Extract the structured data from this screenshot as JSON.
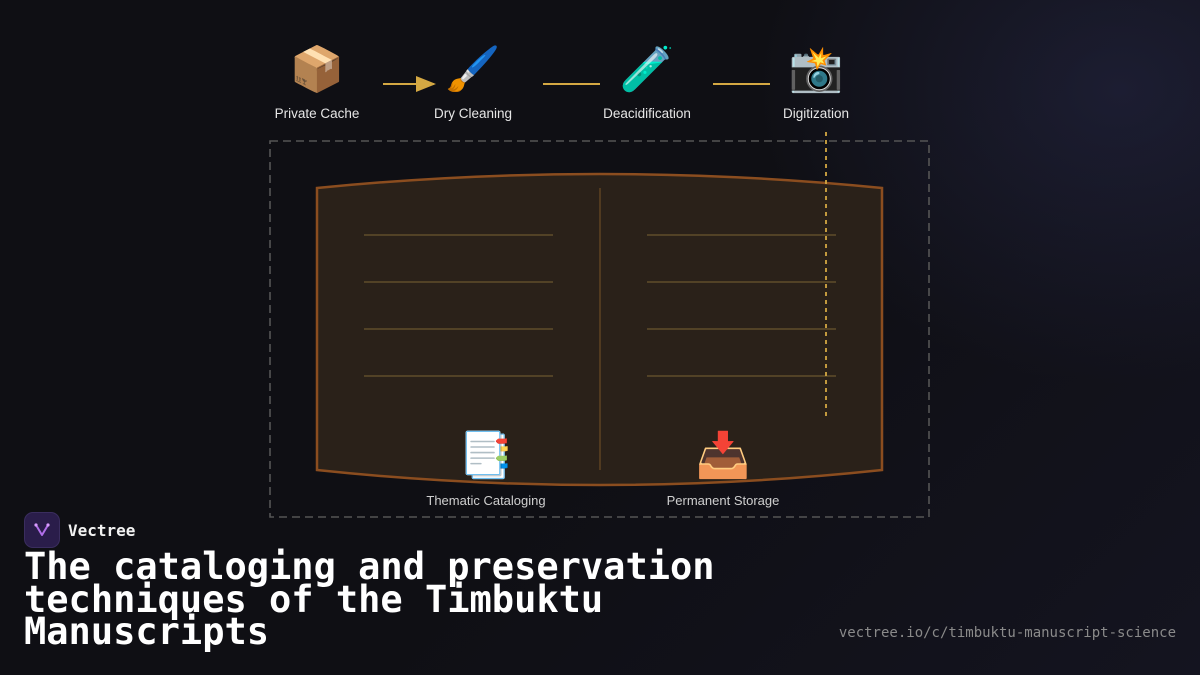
{
  "process": {
    "steps": [
      {
        "label": "Private Cache",
        "icon": "package-icon",
        "glyph": "📦"
      },
      {
        "label": "Dry Cleaning",
        "icon": "paintbrush-icon",
        "glyph": "🖌️"
      },
      {
        "label": "Deacidification",
        "icon": "test-tube-icon",
        "glyph": "🧪"
      },
      {
        "label": "Digitization",
        "icon": "camera-flash-icon",
        "glyph": "📸"
      }
    ],
    "outputs": [
      {
        "label": "Thematic Cataloging",
        "icon": "bookmark-tabs-icon",
        "glyph": "📑"
      },
      {
        "label": "Permanent Storage",
        "icon": "inbox-tray-icon",
        "glyph": "📥"
      }
    ]
  },
  "colors": {
    "connector": "#d4a843",
    "book_border": "#8b4d1f",
    "book_fill": "#2a2119",
    "frame_dash": "#555555"
  },
  "brand": {
    "name": "Vectree",
    "icon": "vectree-logo-icon"
  },
  "title": "The cataloging and preservation techniques of the Timbuktu Manuscripts",
  "url": "vectree.io/c/timbuktu-manuscript-science"
}
